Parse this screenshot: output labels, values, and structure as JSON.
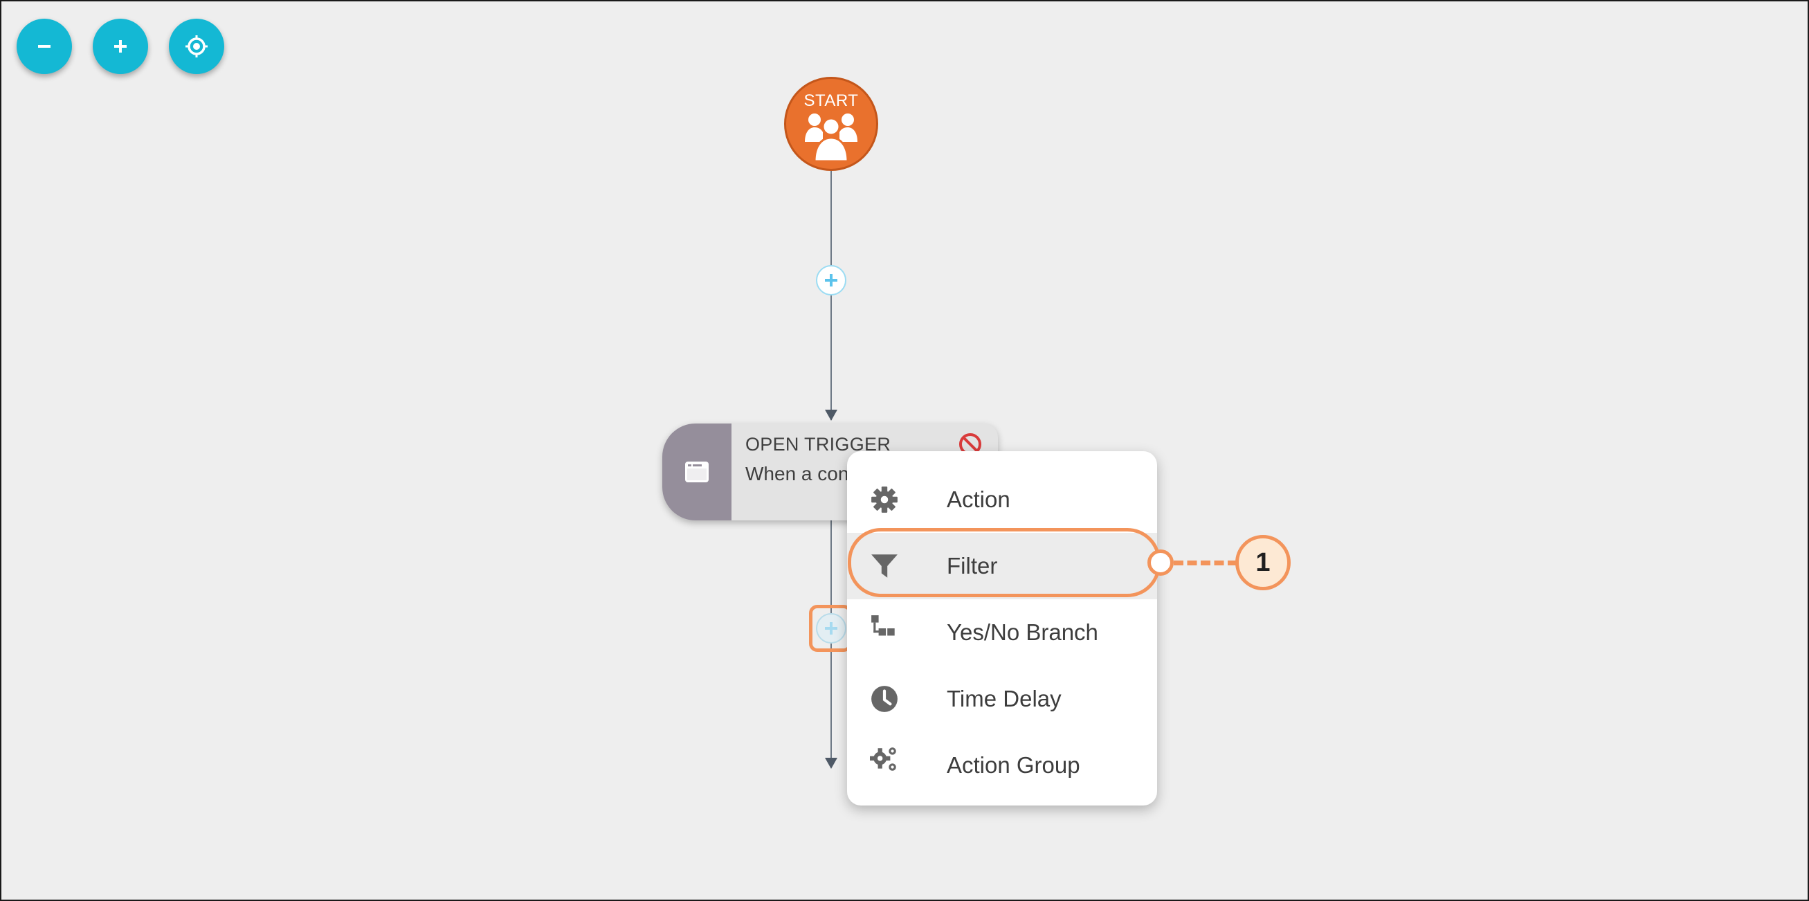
{
  "toolbar": {
    "zoom_out_icon": "minus-icon",
    "zoom_in_icon": "plus-icon",
    "recenter_icon": "crosshair-icon"
  },
  "start_node": {
    "label": "START",
    "icon": "group-users-icon"
  },
  "trigger_node": {
    "title": "OPEN TRIGGER",
    "description": "When a cont url",
    "icon": "browser-window-icon",
    "status_icon": "prohibited-icon"
  },
  "step_menu": {
    "items": [
      {
        "label": "Action",
        "icon": "gear-icon"
      },
      {
        "label": "Filter",
        "icon": "funnel-icon"
      },
      {
        "label": "Yes/No Branch",
        "icon": "branch-icon"
      },
      {
        "label": "Time Delay",
        "icon": "clock-icon"
      },
      {
        "label": "Action Group",
        "icon": "gears-icon"
      }
    ]
  },
  "callout": {
    "number": "1"
  },
  "colors": {
    "accent": "#14b8d4",
    "start": "#e9712d",
    "highlight": "#f3945b",
    "danger": "#d93b3b",
    "connector": "#9bdcf3"
  }
}
